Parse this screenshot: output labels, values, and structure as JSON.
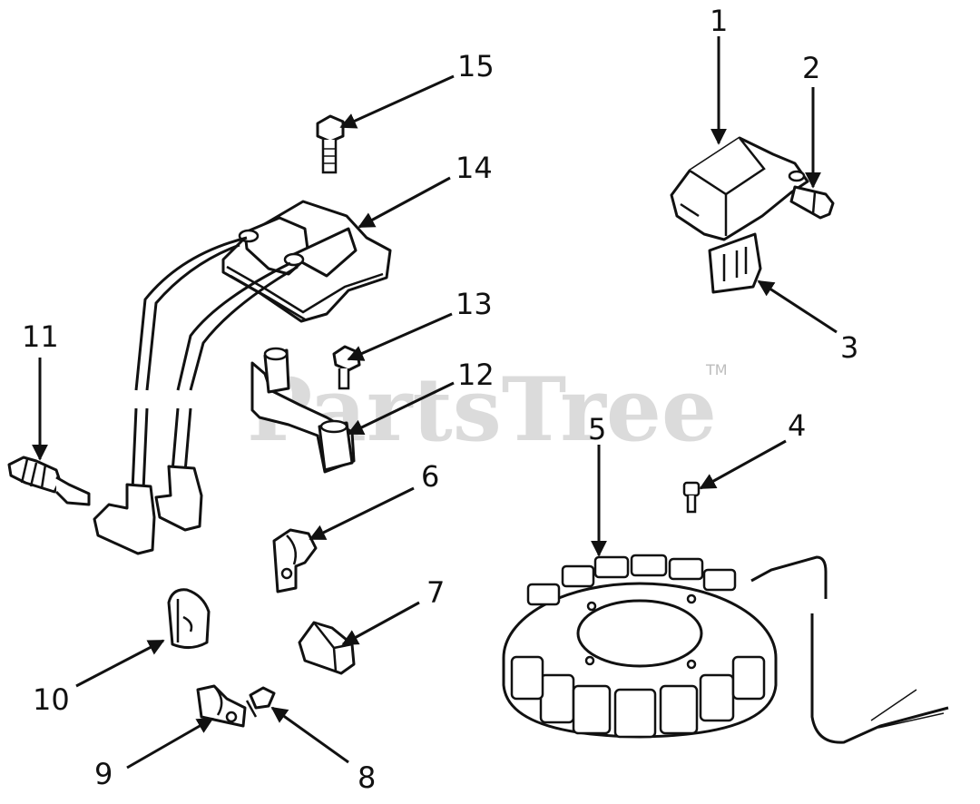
{
  "watermark": {
    "text": "PartsTree",
    "mark": "TM"
  },
  "callouts": [
    {
      "id": "1",
      "label": "1"
    },
    {
      "id": "2",
      "label": "2"
    },
    {
      "id": "3",
      "label": "3"
    },
    {
      "id": "4",
      "label": "4"
    },
    {
      "id": "5",
      "label": "5"
    },
    {
      "id": "6",
      "label": "6"
    },
    {
      "id": "7",
      "label": "7"
    },
    {
      "id": "8",
      "label": "8"
    },
    {
      "id": "9",
      "label": "9"
    },
    {
      "id": "10",
      "label": "10"
    },
    {
      "id": "11",
      "label": "11"
    },
    {
      "id": "12",
      "label": "12"
    },
    {
      "id": "13",
      "label": "13"
    },
    {
      "id": "14",
      "label": "14"
    },
    {
      "id": "15",
      "label": "15"
    }
  ]
}
